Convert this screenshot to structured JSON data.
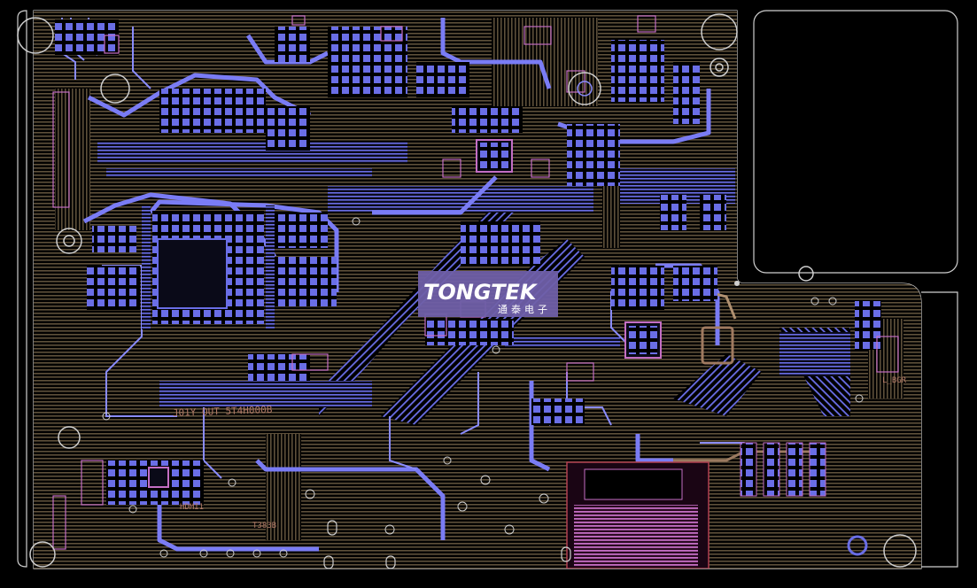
{
  "logo": {
    "brand": "TONGTEK",
    "subtitle": "通泰电子"
  },
  "silkscreen": {
    "center_label": "J01Y OUT 5T4H000B",
    "bottom_label": "T383B",
    "lower_left_label": "HDMI1",
    "right_label": "L_BGR"
  },
  "colors": {
    "background": "#000000",
    "trace_dark": "#5e503a",
    "trace_blue": "#6a6ee6",
    "trace_blue_bright": "#8a8cff",
    "pad_pink": "#c46ec4",
    "pad_red": "#b04050",
    "outline": "#cfcfcf",
    "logo_bg": "#6f5fa8"
  }
}
